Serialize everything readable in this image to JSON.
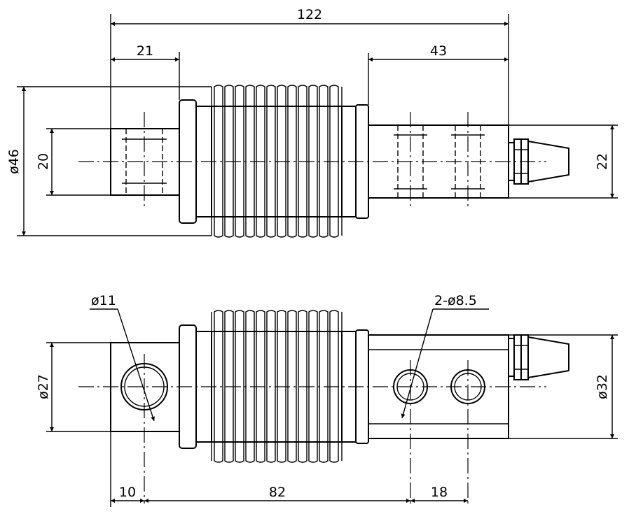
{
  "drawing": {
    "top_view": {
      "overall_length": "122",
      "left_end_length": "21",
      "right_end_length": "43",
      "flange_diameter": "ø46",
      "left_end_height": "20",
      "right_end_height": "22"
    },
    "bottom_view": {
      "hole_diameter": "ø11",
      "mount_holes": "2-ø8.5",
      "left_height": "ø27",
      "right_height": "ø32",
      "edge_to_hole": "10",
      "hole_spacing": "82",
      "mount_hole_pitch": "18"
    }
  }
}
